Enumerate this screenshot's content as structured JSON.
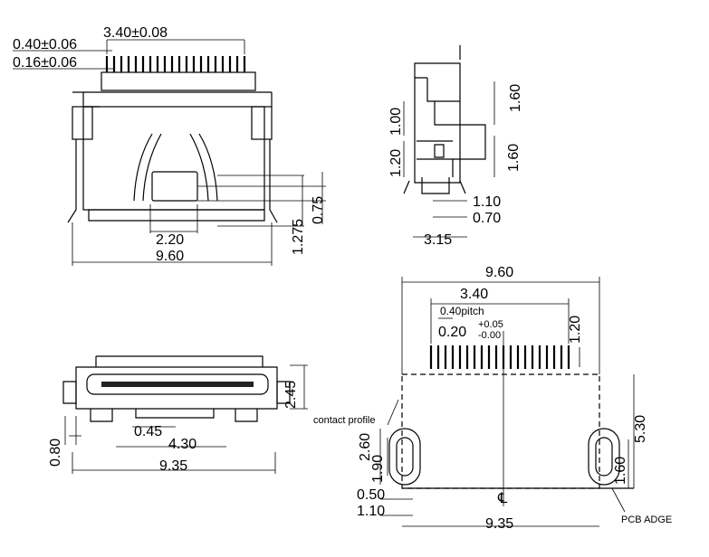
{
  "top_view": {
    "pitch_width": "3.40±0.08",
    "pin_width": "0.40±0.06",
    "pin_gap": "0.16±0.06",
    "slot_width": "2.20",
    "body_width": "9.60",
    "slot_depth": "0.75",
    "lead_depth": "1.275"
  },
  "side_view": {
    "upper_height": "1.00",
    "lower_height": "1.20",
    "right_upper": "1.60",
    "right_lower": "1.60",
    "tab_a": "1.10",
    "tab_b": "0.70",
    "base_width": "3.15"
  },
  "front_view": {
    "height": "2.45",
    "lead_height": "0.80",
    "slot_a": "0.45",
    "slot_b": "4.30",
    "total_width": "9.35"
  },
  "footprint": {
    "overall_width": "9.60",
    "pitch_span": "3.40",
    "pitch_label": "0.40pitch",
    "pad_width_main": "0.20",
    "pad_tol_plus": "+0.05",
    "pad_tol_minus": "-0.00",
    "pad_length": "1.20",
    "contact_label": "contact profile",
    "depth": "5.30",
    "hole_outer": "2.60",
    "hole_inner": "1.90",
    "hole_offset": "1.60",
    "edge_a": "0.50",
    "edge_b": "1.10",
    "hole_span": "9.35",
    "centerline": "℄",
    "edge_label": "PCB ADGE"
  }
}
